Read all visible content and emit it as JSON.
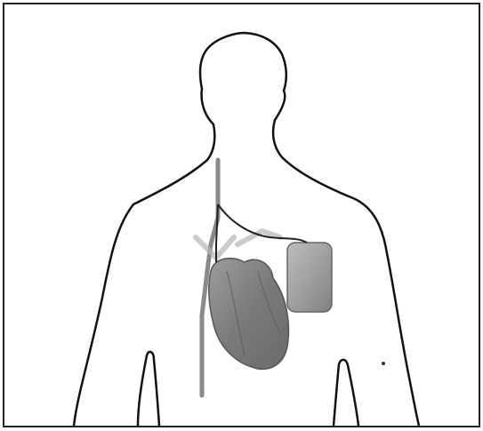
{
  "figure": {
    "subject": "silhouette-upper-body",
    "components": [
      "heart",
      "device",
      "lead",
      "vein"
    ]
  },
  "colors": {
    "outline": "#111111",
    "heart": "#7a7a7a",
    "device": "#9a9a9a",
    "lead": "#222222",
    "vein": "#8a8a8a",
    "background": "#ffffff"
  }
}
